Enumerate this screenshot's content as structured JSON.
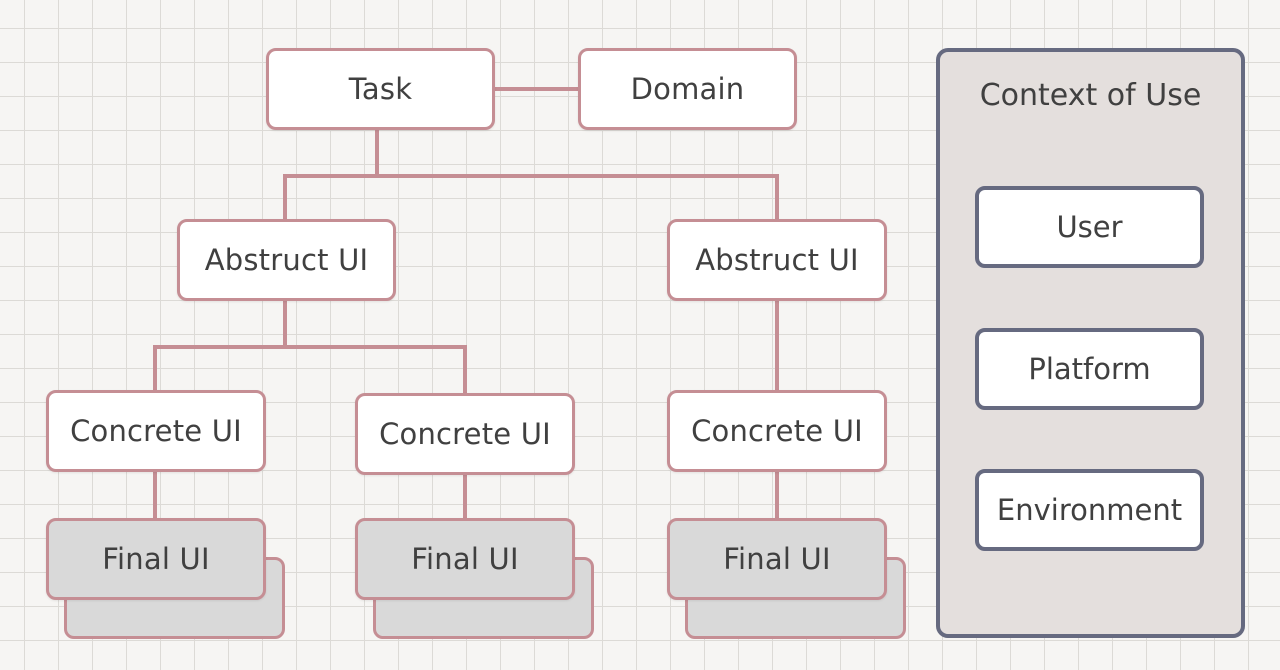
{
  "diagram": {
    "task": "Task",
    "domain": "Domain",
    "abstract_ui": [
      "Abstruct UI",
      "Abstruct UI"
    ],
    "concrete_ui": [
      "Concrete UI",
      "Concrete UI",
      "Concrete UI"
    ],
    "final_ui": [
      "Final UI",
      "Final UI",
      "Final UI"
    ]
  },
  "context_of_use": {
    "title": "Context of Use",
    "items": [
      "User",
      "Platform",
      "Environment"
    ]
  },
  "colors": {
    "tree_border": "#c58e94",
    "context_border": "#666a80",
    "context_fill": "#e4dfdd",
    "final_fill": "#d9d9d9"
  }
}
